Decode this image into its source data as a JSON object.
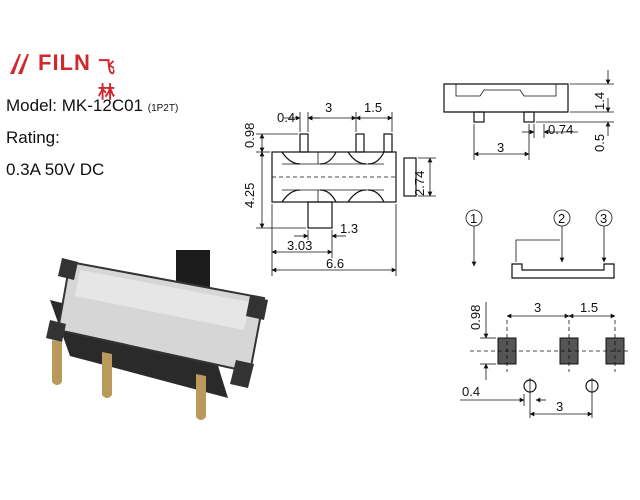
{
  "brand": {
    "logo_text": "FILN",
    "logo_cn": "飞林",
    "logo_color": "#d0282e"
  },
  "specs": {
    "model_label": "Model: MK-12C01",
    "model_suffix": "(1P2T)",
    "rating_label": "Rating:",
    "rating_value": "0.3A  50V  DC"
  },
  "front_view": {
    "pin_width": "0.4",
    "pin_pitch_1": "3",
    "pin_pitch_2": "1.5",
    "pin_length": "0.98",
    "body_height": "4.25",
    "body_depth": "2.74",
    "handle_width": "1.3",
    "handle_offset": "3.03",
    "body_length": "6.6"
  },
  "side_view": {
    "body_thickness": "1.4",
    "pin_drop": "0.5",
    "pin_offset": "0.74",
    "pin_spacing": "3"
  },
  "schematic": {
    "terminal_1": "1",
    "terminal_2": "2",
    "terminal_3": "3"
  },
  "pcb_layout": {
    "pad_height": "0.98",
    "pad_pitch_1": "3",
    "pad_pitch_2": "1.5",
    "hole_dia": "0.4",
    "hole_spacing": "3",
    "pad_fill": "#555555"
  },
  "photo": {
    "housing_color": "#d6d6d6",
    "frame_color": "#333333",
    "pin_color": "#b89a5a"
  }
}
